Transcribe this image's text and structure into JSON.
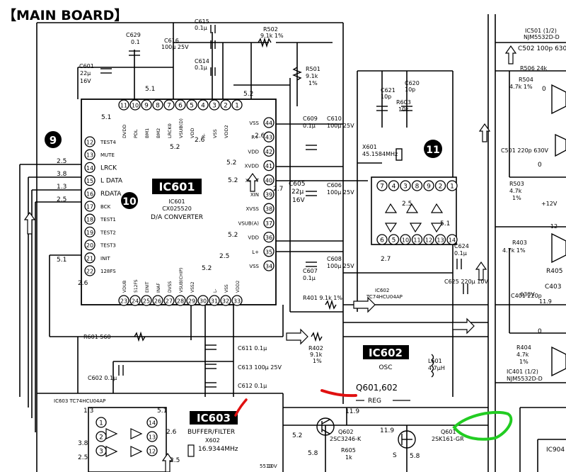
{
  "board_title": "【MAIN BOARD】",
  "colors": {
    "ink": "#000000",
    "paper": "#ffffff",
    "annot_red": "#e01010",
    "annot_green": "#22cc22"
  },
  "ic601": {
    "name": "IC601",
    "part": "IC601",
    "part2": "CX025520",
    "desc": "D/A CONVERTER",
    "top_pins": [
      "11",
      "10",
      "9",
      "8",
      "7",
      "6",
      "5",
      "4",
      "3",
      "2",
      "1"
    ],
    "top_pin_labels": [
      "DVDD",
      "PDL",
      "BM1",
      "BM2",
      "LRCK0",
      "VSUB(D)",
      "VDD",
      "R-",
      "VSS",
      "VDD2",
      ""
    ],
    "left_pins": [
      "12",
      "13",
      "14",
      "15",
      "16",
      "17",
      "18",
      "19",
      "20",
      "21",
      "22"
    ],
    "left_pin_labels": [
      "TEST4",
      "MUTE",
      "LRCK",
      "L DATA",
      "RDATA",
      "BCK",
      "TEST1",
      "TEST2",
      "TEST3",
      "INIT",
      "128FS"
    ],
    "right_pins": [
      "44",
      "43",
      "42",
      "41",
      "40",
      "39",
      "38",
      "37",
      "36",
      "35",
      "34"
    ],
    "right_pin_labels": [
      "VSS",
      "R+",
      "VDD",
      "XVDD",
      "XOUT",
      "XIN",
      "XVSS",
      "VSUB(A)",
      "VDD",
      "L+",
      "VSS"
    ],
    "bottom_pins": [
      "23",
      "24",
      "25",
      "26",
      "27",
      "28",
      "29",
      "30",
      "31",
      "32",
      "33"
    ],
    "bottom_pin_labels": [
      "VDUB",
      "512FS",
      "EINIT",
      "INAF",
      "DVSS",
      "VSUB(CHIP)",
      "VSS2",
      "",
      "L-",
      "VSS",
      "VDD2"
    ]
  },
  "ic602": {
    "name": "IC602",
    "func": "OSC",
    "part": "IC602",
    "part2": "TC74HCU04AP",
    "top_pins": [
      "7",
      "4",
      "3",
      "8",
      "9",
      "2",
      "1"
    ],
    "bottom_pins": [
      "6",
      "5",
      "10",
      "11",
      "12",
      "13",
      "14"
    ]
  },
  "ic603": {
    "name": "IC603",
    "func": "BUFFER/FILTER",
    "part": "IC603 TC74HCU04AP",
    "pins": [
      "1",
      "2",
      "3",
      "14",
      "13",
      "12"
    ]
  },
  "markers": [
    "9",
    "10",
    "11"
  ],
  "voltages": {
    "v51a": "5.1",
    "v51b": "5.1",
    "v52a": "5.2",
    "v52b": "5.2",
    "v52c": "5.2",
    "v52d": "5.2",
    "v52e": "5.2",
    "v26a": "2.6",
    "v26b": "2.6",
    "v25a": "2.5",
    "v25b": "2.5",
    "v25c": "2.5",
    "v25d": "2.5",
    "v38": "3.8",
    "v13": "1.3",
    "v51c": "5.1",
    "v27": "2.7",
    "v25e": "2.5",
    "v51d": "5.1",
    "v26c": "2.6",
    "v27b": "2.7",
    "v25f": "2.5",
    "v52f": "5.2",
    "v119a": "11.9",
    "v119b": "11.9",
    "v52g": "5.2",
    "v58a": "5.8",
    "v58b": "5.8",
    "v13b": "1.3",
    "v38b": "3.8",
    "v25g": "2.5",
    "v51e": "5.1",
    "v26d": "2.6",
    "v25h": "2.5"
  },
  "components": {
    "c615": "C615",
    "c615v": "0.1μ",
    "c629": "C629",
    "c629v": "0.1",
    "c616": "C616",
    "c616v": "100μ 25V",
    "c614": "C614",
    "c614v": "0.1μ",
    "c601": "C601",
    "c601v": "22μ",
    "c601v2": "16V",
    "r502": "R502",
    "r502v": "9.1k 1%",
    "r501": "R501",
    "r501v": "9.1k",
    "r501v2": "1%",
    "c609": "C609",
    "c609v": "0.1μ",
    "c610": "C610",
    "c610v": "100μ 25V",
    "c605": "C605",
    "c605v": "22μ",
    "c605v2": "16V",
    "c606": "C606",
    "c606v": "100μ 25V",
    "c607": "C607",
    "c607v": "0.1μ",
    "c608": "C608",
    "c608v": "100μ 25V",
    "r401": "R401 9.1k 1%",
    "x601": "X601",
    "x601v": "45.1584MHz",
    "c621": "C621",
    "c621v": "10p",
    "c620": "C620",
    "c620v": "10p",
    "r603": "R603",
    "r603v": "10k",
    "c624": "C624",
    "c624v": "0.1μ",
    "c625": "C625 220μ 10V",
    "r601": "R601 560",
    "c611": "C611 0.1μ",
    "c613": "C613 100μ 25V",
    "c612": "C612 0.1μ",
    "c602": "C602 0.1μ",
    "r402": "R402",
    "r402v": "9.1k",
    "r402v2": "1%",
    "l601": "L601",
    "l601v": "4.7μH",
    "q601_602": "Q601,602",
    "reg": "REG",
    "q602": "Q602",
    "q602v": "2SC3246-K",
    "q601": "Q601",
    "q601v": "2SK161-GR",
    "r605": "R605",
    "r605v": "1k",
    "x602": "X602",
    "x602v": "16.9344MHz",
    "ic501": "IC501 (1/2)",
    "ic501v": "NJM5532D-D",
    "c502": "C502 100p 630",
    "r506": "R506 24k",
    "r504": "R504",
    "r504v": "4.7k 1%",
    "c501": "C501 220p 630V",
    "r503": "R503",
    "r503v": "4.7k",
    "r503v2": "1%",
    "plus12": "+12V",
    "r403": "R403",
    "r403v": "4.7k 1%",
    "c401": "C401 220p",
    "c401v": "630V",
    "r405": "R405",
    "c403": "C403",
    "r404": "R404",
    "r404v": "4.7k",
    "r404v2": "1%",
    "ic401": "IC401 (1/2)",
    "ic401v": "NJM5532D-D",
    "v119c": "11.9",
    "v12neg": "-12",
    "c_5513": "5513",
    "c10v": "10V",
    "ic904": "IC904",
    "c0a": "0",
    "c0b": "0",
    "c0c": "0",
    "s_label": "S"
  }
}
